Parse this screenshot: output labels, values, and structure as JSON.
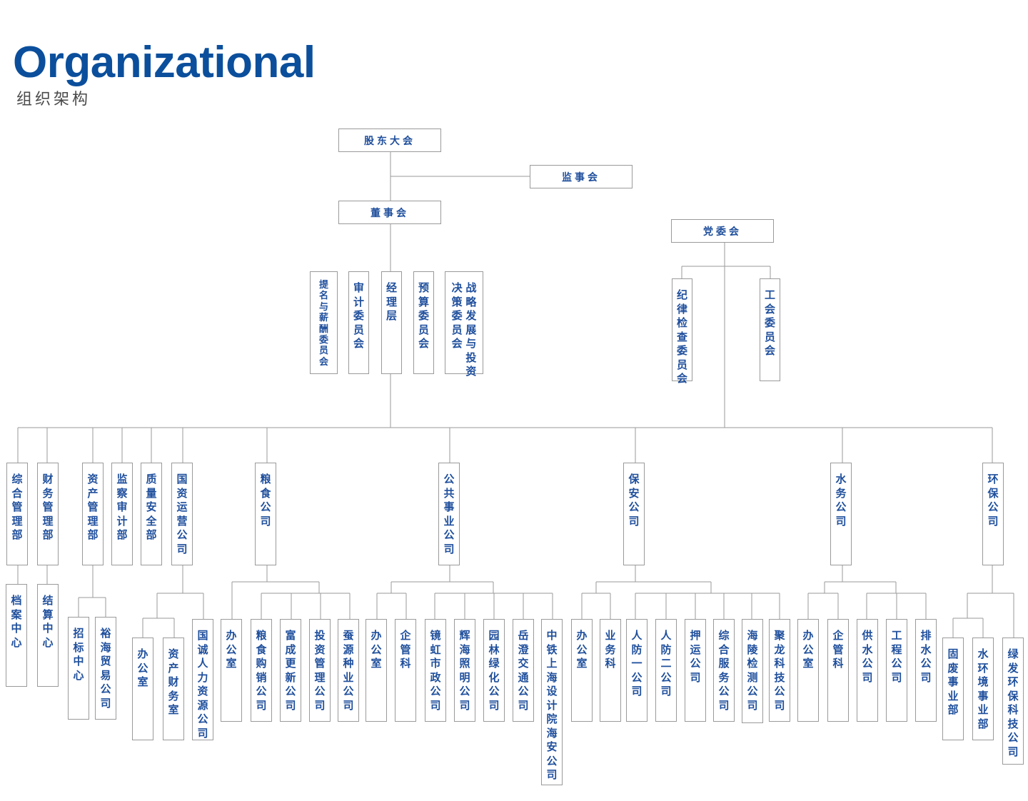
{
  "header": {
    "title": "Organizational",
    "subtitle": "组织架构"
  },
  "nodes": {
    "gudong": "股东大会",
    "jianshi": "监事会",
    "dongshi": "董事会",
    "dangwei": "党委会",
    "timing": "提名与薪酬委员会",
    "shenji": "审计委员会",
    "jingli": "经理层",
    "yusuan": "预算委员会",
    "zhanlue_1": "战略发展与投资",
    "zhanlue_2": "决策委员会",
    "jilv": "纪律检查委员会",
    "gonghui": "工会委员会",
    "zonghe": "综合管理部",
    "dangan": "档案中心",
    "caiwu": "财务管理部",
    "jiesuan": "结算中心",
    "zichan": "资产管理部",
    "zhaobiao": "招标中心",
    "yuhai": "裕海贸易公司",
    "jiancha": "监察审计部",
    "zhiliang": "质量安全部",
    "guozi": "国资运营公司",
    "guozi_office": "办公室",
    "guozi_asset": "资产财务室",
    "guocheng": "国诚人力资源公司",
    "liangshi": "粮食公司",
    "ls_office": "办公室",
    "ls_gouxiao": "粮食购销公司",
    "ls_fucheng": "富成更新公司",
    "ls_touzi": "投资管理公司",
    "ls_canyuan": "蚕源种业公司",
    "gonggong": "公共事业公司",
    "gg_office": "办公室",
    "gg_qiguan": "企管科",
    "gg_jinghong": "镜虹市政公司",
    "gg_huihai": "辉海照明公司",
    "gg_yuanlin": "园林绿化公司",
    "gg_yuecheng": "岳澄交通公司",
    "gg_zhongtie": "中铁上海设计院海安公司",
    "baoan": "保安公司",
    "ba_office": "办公室",
    "ba_yewu": "业务科",
    "ba_renfang1": "人防一公司",
    "ba_renfang2": "人防二公司",
    "ba_yayun": "押运公司",
    "ba_zonghe": "综合服务公司",
    "ba_hailing": "海陵检测公司",
    "ba_julong": "聚龙科技公司",
    "shuiwu": "水务公司",
    "sw_office": "办公室",
    "sw_qiguan": "企管科",
    "sw_gongshui": "供水公司",
    "sw_gongcheng": "工程公司",
    "sw_paishui": "排水公司",
    "huanbao": "环保公司",
    "hb_gufei": "固废事业部",
    "hb_shuihuanjing": "水环境事业部",
    "hb_lvfa": "绿发环保科技公司"
  }
}
